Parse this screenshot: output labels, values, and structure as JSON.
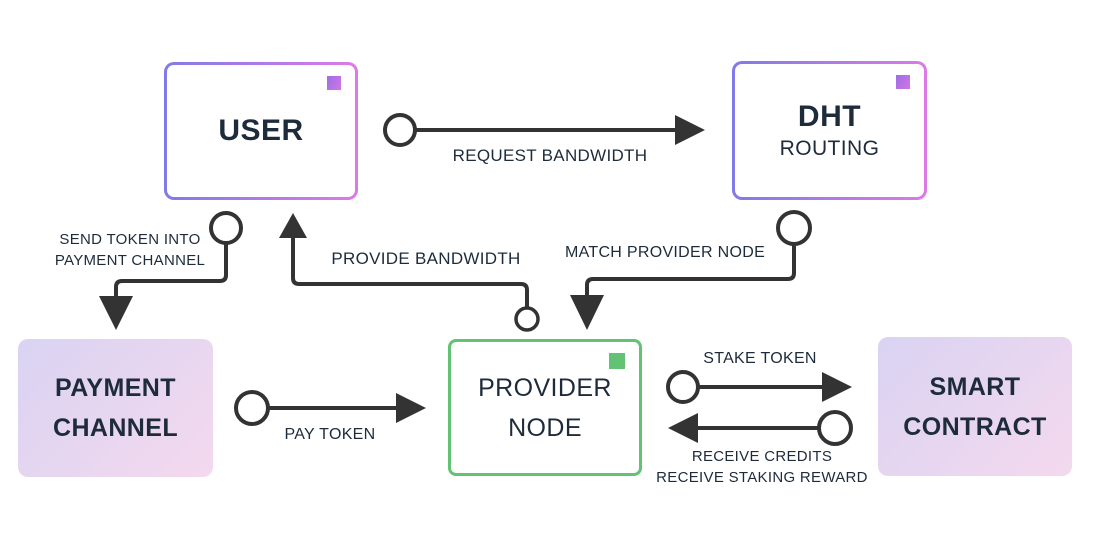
{
  "nodes": {
    "user": {
      "label": "USER"
    },
    "dht": {
      "label": "DHT",
      "sublabel": "ROUTING"
    },
    "payment_channel": {
      "line1": "PAYMENT",
      "line2": "CHANNEL"
    },
    "provider_node": {
      "line1": "PROVIDER",
      "line2": "NODE"
    },
    "smart_contract": {
      "line1": "SMART",
      "line2": "CONTRACT"
    }
  },
  "edges": {
    "request_bandwidth": {
      "label": "REQUEST BANDWIDTH"
    },
    "send_token": {
      "line1": "SEND TOKEN INTO",
      "line2": "PAYMENT CHANNEL"
    },
    "provide_bandwidth": {
      "label": "PROVIDE BANDWIDTH"
    },
    "match_provider": {
      "label": "MATCH PROVIDER NODE"
    },
    "pay_token": {
      "label": "PAY TOKEN"
    },
    "stake_token": {
      "label": "STAKE TOKEN"
    },
    "receive": {
      "line1": "RECEIVE CREDITS",
      "line2": "RECEIVE STAKING REWARD"
    }
  },
  "colors": {
    "text": "#1d2b3b",
    "connector": "#333333",
    "purple_border_start": "#817ae9",
    "purple_border_end": "#dd7ae5",
    "purple_square_start": "#9b6fe2",
    "purple_square_end": "#d474e6",
    "green": "#62c374",
    "fill_gradient_start": "#d9d3f2",
    "fill_gradient_end": "#f4d9ee",
    "background": "#ffffff"
  }
}
